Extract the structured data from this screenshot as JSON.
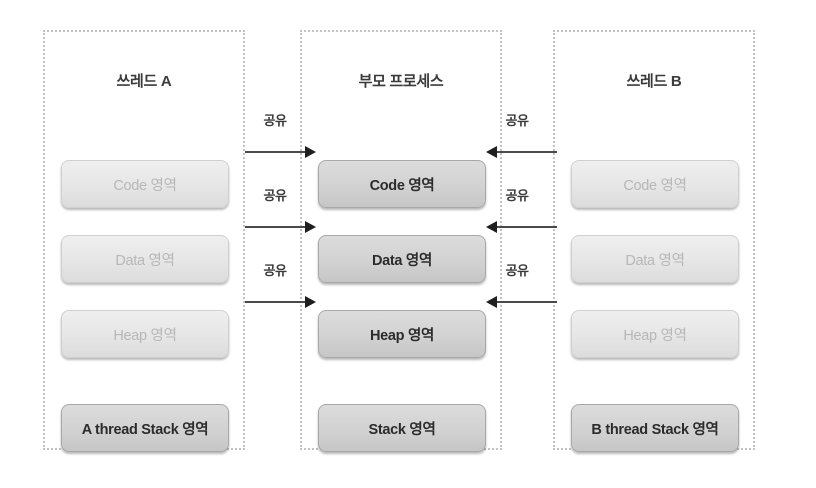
{
  "diagram": {
    "title": "Thread memory region sharing between parent process and threads",
    "panels": [
      {
        "id": "thread-a",
        "title": "쓰레드 A",
        "boxes": [
          {
            "label": "Code 영역",
            "style": "faded"
          },
          {
            "label": "Data 영역",
            "style": "faded"
          },
          {
            "label": "Heap 영역",
            "style": "faded"
          },
          {
            "label": "A thread Stack 영역",
            "style": "solid"
          }
        ]
      },
      {
        "id": "parent-process",
        "title": "부모 프로세스",
        "boxes": [
          {
            "label": "Code 영역",
            "style": "solid"
          },
          {
            "label": "Data 영역",
            "style": "solid"
          },
          {
            "label": "Heap 영역",
            "style": "solid"
          },
          {
            "label": "Stack 영역",
            "style": "solid"
          }
        ]
      },
      {
        "id": "thread-b",
        "title": "쓰레드 B",
        "boxes": [
          {
            "label": "Code 영역",
            "style": "faded"
          },
          {
            "label": "Data 영역",
            "style": "faded"
          },
          {
            "label": "Heap 영역",
            "style": "faded"
          },
          {
            "label": "B thread Stack 영역",
            "style": "solid"
          }
        ]
      }
    ],
    "connectors": {
      "share_label": "공유",
      "left": [
        {
          "row": 0,
          "label": "공유",
          "direction": "right"
        },
        {
          "row": 1,
          "label": "공유",
          "direction": "right"
        },
        {
          "row": 2,
          "label": "공유",
          "direction": "right"
        }
      ],
      "right": [
        {
          "row": 0,
          "label": "공유",
          "direction": "left"
        },
        {
          "row": 1,
          "label": "공유",
          "direction": "left"
        },
        {
          "row": 2,
          "label": "공유",
          "direction": "left"
        }
      ]
    },
    "colors": {
      "panel_border": "#c2c2c2",
      "box_solid_fill": "#d2d2d2",
      "box_faded_fill": "#e6e6e6",
      "box_solid_text": "#2c2c2c",
      "box_faded_text": "#b7b7b7",
      "arrow": "#4a4a4a",
      "background": "#ffffff"
    }
  }
}
